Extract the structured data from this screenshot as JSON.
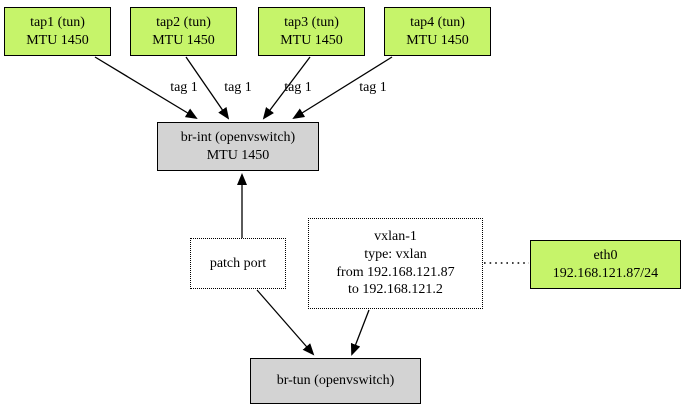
{
  "diagram": {
    "title": "openvswitch-topology-diagram",
    "tap_nodes": [
      {
        "name": "tap1 (tun)",
        "mtu": "MTU 1450"
      },
      {
        "name": "tap2 (tun)",
        "mtu": "MTU 1450"
      },
      {
        "name": "tap3 (tun)",
        "mtu": "MTU 1450"
      },
      {
        "name": "tap4 (tun)",
        "mtu": "MTU 1450"
      }
    ],
    "br_int": {
      "line1": "br-int (openvswitch)",
      "line2": "MTU 1450"
    },
    "patch_port": {
      "label": "patch port"
    },
    "vxlan": {
      "line1": "vxlan-1",
      "line2": "type: vxlan",
      "line3": "from 192.168.121.87",
      "line4": "to 192.168.121.2"
    },
    "eth0": {
      "line1": "eth0",
      "line2": "192.168.121.87/24"
    },
    "br_tun": {
      "label": "br-tun (openvswitch)"
    },
    "edge_labels": [
      {
        "label": "tag 1"
      },
      {
        "label": "tag 1"
      },
      {
        "label": "tag 1"
      },
      {
        "label": "tag 1"
      }
    ],
    "colors": {
      "interface_fill": "#c6f46a",
      "bridge_fill": "#d3d3d3",
      "border": "#000000",
      "background": "#ffffff"
    }
  }
}
